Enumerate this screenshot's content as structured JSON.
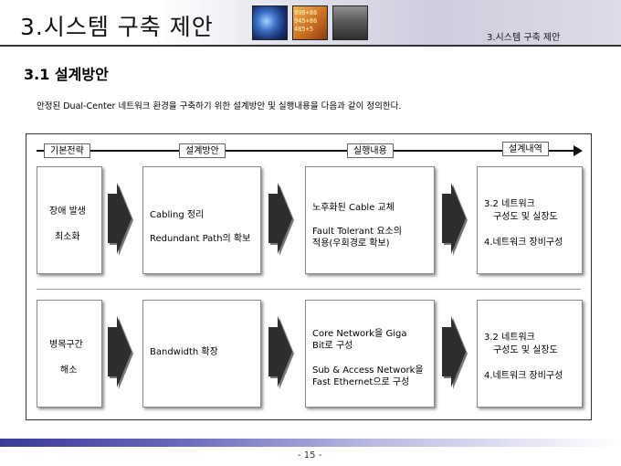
{
  "header": {
    "title": "3.시스템 구축 제안",
    "section_tag": "3.시스템 구축 제안",
    "thumb2_text": "998+86 945+86 485+5"
  },
  "section": {
    "title": "3.1 설계방안",
    "intro": "안정된 Dual-Center 네트워크 환경을 구축하기 위한 설계방안 및 실행내용을 다음과 같이 정의한다."
  },
  "flow_labels": {
    "col1": "기본전략",
    "col2": "설계방안",
    "col3": "실행내용",
    "col4": "설계내역"
  },
  "rows": [
    {
      "strategy": [
        "장애 발생",
        "최소화"
      ],
      "design": [
        "Cabling 정리",
        "Redundant Path의 확보"
      ],
      "action": [
        "노후화된 Cable 교체",
        "Fault Tolerant 요소의",
        "적용(우회경로 확보)"
      ],
      "detail": [
        "3.2 네트워크",
        "구성도 및 실장도",
        "4.네트워크 장비구성"
      ]
    },
    {
      "strategy": [
        "병목구간",
        "해소"
      ],
      "design": [
        "Bandwidth 확장"
      ],
      "action": [
        "Core Network을 Giga",
        "Bit로 구성",
        "Sub & Access Network을",
        "Fast Ethernet으로 구성"
      ],
      "detail": [
        "3.2 네트워크",
        "구성도 및 실장도",
        "4.네트워크 장비구성"
      ]
    }
  ],
  "footer": {
    "page": "- 15 -"
  },
  "colors": {
    "header_line": "#333333",
    "footer_bar": "#3a3a9a",
    "arrow_dark": "#333333"
  }
}
